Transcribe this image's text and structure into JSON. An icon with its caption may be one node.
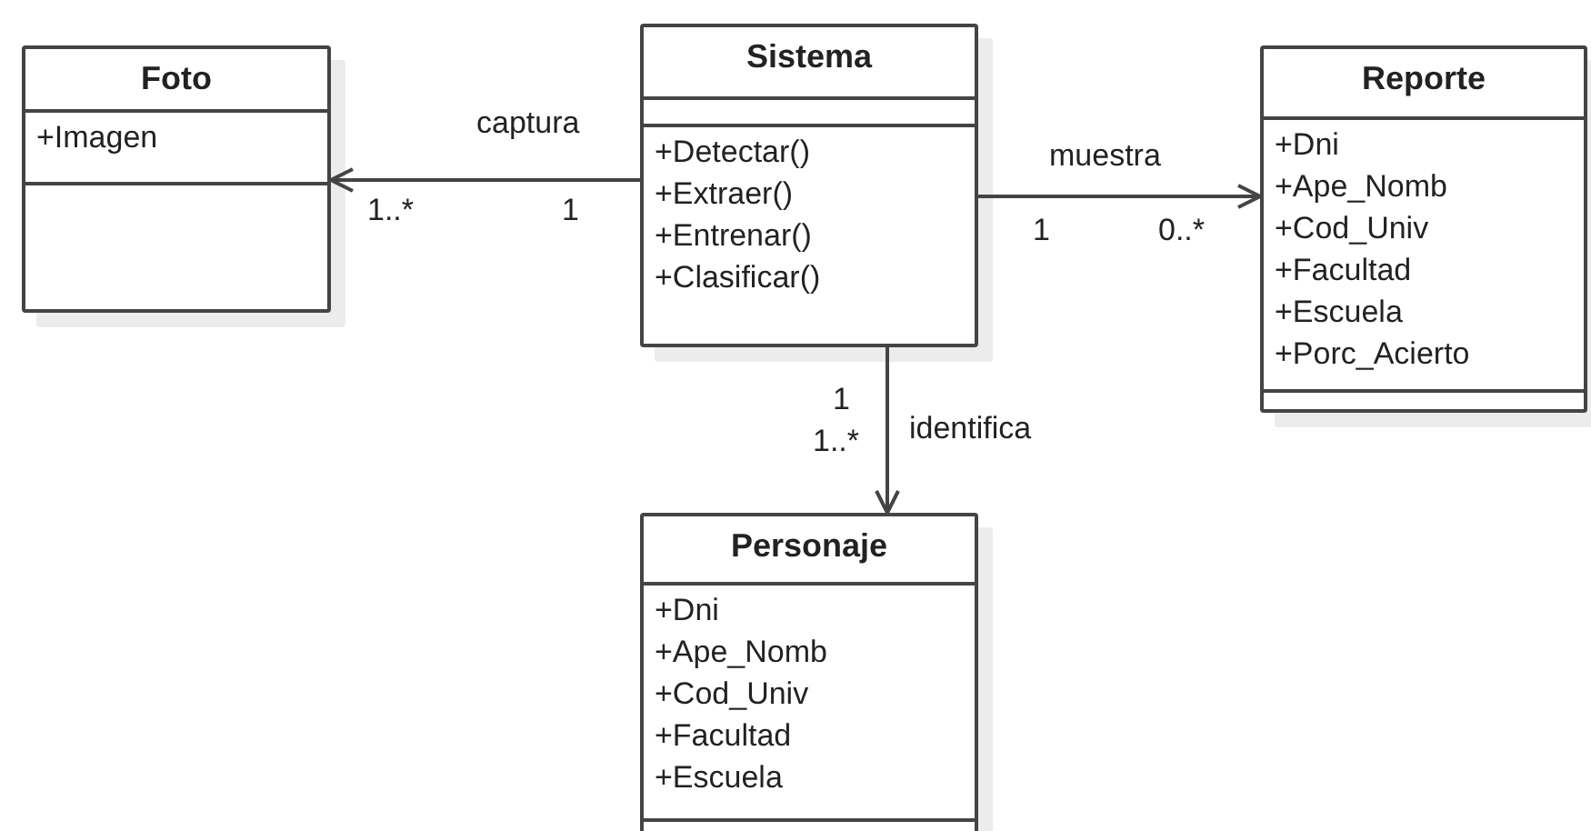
{
  "diagram": {
    "nodes": [
      {
        "text": [
          "Foto",
          "+Imagen"
        ]
      },
      {
        "text": [
          "Sistema",
          "+Detectar()",
          "+Extraer()",
          "+Entrenar()",
          "+Clasificar()"
        ]
      },
      {
        "text": [
          "Reporte",
          "+Dni",
          "+Ape_Nomb",
          "+Cod_Univ",
          "+Facultad",
          "+Escuela",
          "+Porc_Acierto"
        ]
      },
      {
        "text": [
          "Personaje",
          "+Dni",
          "+Ape_Nomb",
          "+Cod_Univ",
          "+Facultad",
          "+Escuela"
        ]
      }
    ],
    "edges": [
      {
        "from": 1,
        "to": 0,
        "arrow": "to",
        "label": "captura"
      },
      {
        "from": 1,
        "to": 2,
        "arrow": "to",
        "label": "muestra"
      },
      {
        "from": 1,
        "to": 3,
        "arrow": "to",
        "label": "identifica"
      }
    ],
    "labels": [
      "1..*",
      "1",
      "1",
      "0..*",
      "1",
      "1..*"
    ]
  }
}
